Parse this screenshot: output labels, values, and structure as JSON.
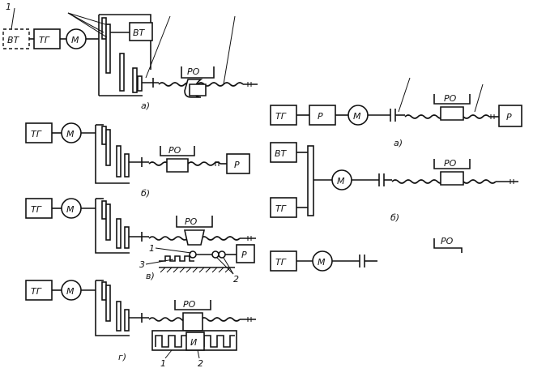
{
  "labels": {
    "vt": "ВТ",
    "tg": "ТГ",
    "m": "М",
    "r": "Р",
    "ro": "РО",
    "i": "И"
  },
  "captions": {
    "left_a": "а)",
    "left_b": "б)",
    "left_v": "в)",
    "left_g": "г)",
    "right_a": "а)",
    "right_b": "б)"
  },
  "numbers": {
    "one": "1",
    "two": "2",
    "three": "3"
  }
}
